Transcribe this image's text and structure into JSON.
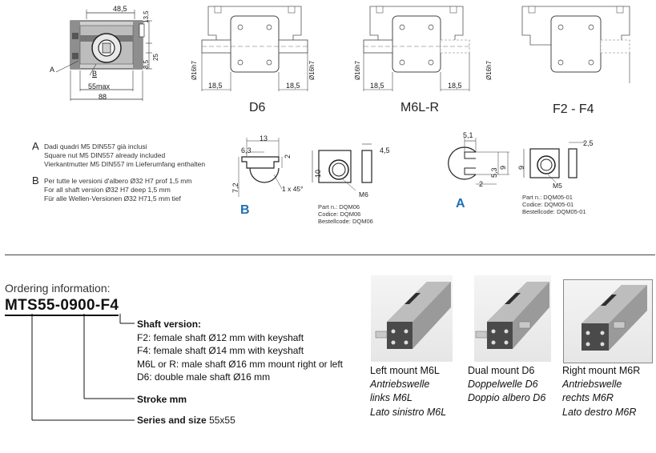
{
  "top_drawings": {
    "section_dims": {
      "width_top": "48,5",
      "h1": "13,5",
      "h2": "8,5",
      "h3": "25",
      "width_inner": "55max",
      "width_total": "88",
      "label_a": "A",
      "label_b": "B"
    },
    "views": [
      {
        "label": "D6",
        "dim_left": "Ø16h7",
        "dim_right": "Ø16h7",
        "len_left": "18,5",
        "len_right": "18,5"
      },
      {
        "label": "M6L-R",
        "dim_left": "Ø16h7",
        "dim_right": "",
        "len_left": "18,5",
        "len_right": "18,5"
      },
      {
        "label": "F2 - F4",
        "dim_left": "",
        "dim_right": "Ø16h7",
        "len_left": "",
        "len_right": ""
      }
    ]
  },
  "notes": {
    "a": {
      "letter": "A",
      "lines": [
        "Dadi quadri M5 DIN557 già inclusi",
        "Square nut M5 DIN557 already included",
        "Vierkantmutter M5 DIN557 im Lieferumfang enthalten"
      ]
    },
    "b": {
      "letter": "B",
      "lines": [
        "Per tutte le versioni d'albero Ø32 H7 prof 1,5 mm",
        "For all shaft version Ø32 H7 deep 1,5 mm",
        "Für alle Wellen-Versionen Ø32 H71,5 mm tief"
      ]
    }
  },
  "detail_b": {
    "letter": "B",
    "dims": {
      "d13": "13",
      "d63": "6,3",
      "d2": "2",
      "d72": "7,2",
      "chamfer": "1 x 45°",
      "d10": "10",
      "d45": "4,5",
      "thread": "M6"
    },
    "part_lines": [
      "Part n.: DQM06",
      "Codice: DQM06",
      "Bestellcode: DQM06"
    ]
  },
  "detail_a": {
    "letter": "A",
    "dims": {
      "d51": "5,1",
      "d53": "5,3",
      "d9": "9",
      "d2": "2",
      "d9b": "9",
      "d25": "2,5",
      "thread": "M5"
    },
    "part_lines": [
      "Part n.: DQM05-01",
      "Codice: DQM05-01",
      "Bestellcode: DQM05-01"
    ]
  },
  "ordering": {
    "title": "Ordering information:",
    "code": "MTS55-0900-F4",
    "shaft_version": {
      "heading": "Shaft version:",
      "options": [
        "F2: female shaft Ø12 mm with keyshaft",
        "F4: female shaft Ø14 mm with keyshaft",
        "M6L or R: male shaft Ø16 mm mount right or left",
        "D6: double male shaft Ø16 mm"
      ]
    },
    "stroke": {
      "heading": "Stroke mm"
    },
    "series": {
      "heading": "Series and size",
      "value": "55x55"
    }
  },
  "photos": [
    {
      "title": "Left mount M6L",
      "de": "Antriebswelle",
      "de2": "links M6L",
      "it": "Lato sinistro M6L"
    },
    {
      "title": "Dual mount D6",
      "de": "Doppelwelle D6",
      "de2": "",
      "it": "Doppio albero D6"
    },
    {
      "title": "Right mount M6R",
      "de": "Antriebswelle",
      "de2": "rechts M6R",
      "it": "Lato destro M6R"
    }
  ]
}
